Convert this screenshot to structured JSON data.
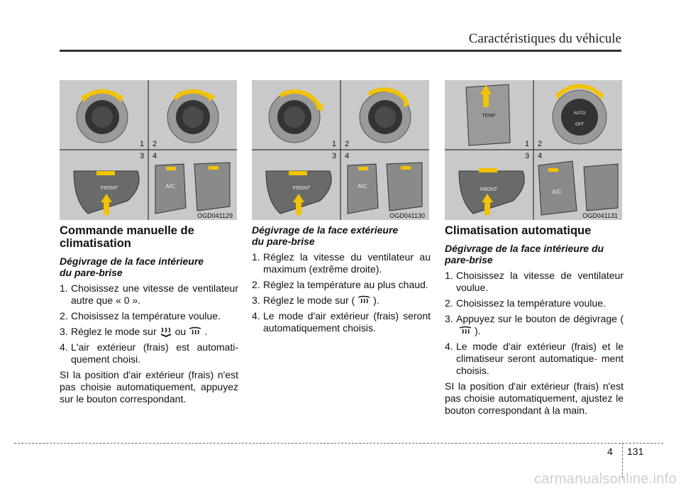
{
  "header": {
    "title": "Caractéristiques du véhicule"
  },
  "figures": [
    {
      "code": "OGD041129",
      "labels": [
        "1",
        "2",
        "3",
        "4"
      ],
      "ac_label": "A/C",
      "front_label": "FRONT"
    },
    {
      "code": "OGD041130",
      "labels": [
        "1",
        "2",
        "3",
        "4"
      ],
      "ac_label": "A/C",
      "front_label": "FRONT"
    },
    {
      "code": "OGD041131",
      "labels": [
        "1",
        "2",
        "3",
        "4"
      ],
      "ac_label": "A/C",
      "front_label": "FRONT",
      "temp_label": "TEMP",
      "auto_label": "AUTO",
      "off_label": "OFF"
    }
  ],
  "col1": {
    "title_line1": "Commande manuelle de",
    "title_line2": "climatisation",
    "subtitle_line1": "Dégivrage de la face intérieure",
    "subtitle_line2": "du pare-brise",
    "items": [
      {
        "num": "1.",
        "text": "Choisissez une vitesse de ventilateur autre que « 0 »."
      },
      {
        "num": "2.",
        "text": "Choisissez la température voulue."
      },
      {
        "num": "3.",
        "pre": "Réglez le mode sur",
        "mid": "ou",
        "post": "."
      },
      {
        "num": "4.",
        "text": "L'air extérieur (frais) est automati-quement choisi."
      }
    ],
    "para": "SI la position d'air extérieur (frais) n'est pas choisie automatiquement, appuyez sur le bouton correspondant."
  },
  "col2": {
    "subtitle_line1": "Dégivrage de la face extérieure",
    "subtitle_line2": "du pare-brise",
    "items": [
      {
        "num": "1.",
        "text": "Réglez la vitesse du ventilateur au maximum (extrême droite)."
      },
      {
        "num": "2.",
        "text": "Réglez la température au plus chaud."
      },
      {
        "num": "3.",
        "pre": "Réglez le mode sur (",
        "post": ")."
      },
      {
        "num": "4.",
        "text": "Le mode d'air extérieur (frais) seront automatiquement choisis."
      }
    ]
  },
  "col3": {
    "title": "Climatisation automatique",
    "subtitle_line1": "Dégivrage de la face intérieure du",
    "subtitle_line2": "pare-brise",
    "items": [
      {
        "num": "1.",
        "text": "Choisissez la vitesse de ventilateur voulue."
      },
      {
        "num": "2.",
        "text": "Choisissez la température voulue."
      },
      {
        "num": "3.",
        "pre": "Appuyez sur le bouton de dégivrage (",
        "post": ")."
      },
      {
        "num": "4.",
        "text_a": "Le mode d'air extérieur (frais) et le climatiseur seront automatique",
        "hyphen": "-",
        "text_b": "ment choisis."
      }
    ],
    "para": "SI la position d'air extérieur (frais) n'est pas choisie automatiquement, ajustez le bouton correspondant à la main."
  },
  "footer": {
    "chapter": "4",
    "page": "131",
    "watermark": "carmanualsonline.info"
  },
  "colors": {
    "arrow": "#f2c200",
    "hyphen_red": "#d2233a",
    "panel": "#c9c9c9"
  }
}
